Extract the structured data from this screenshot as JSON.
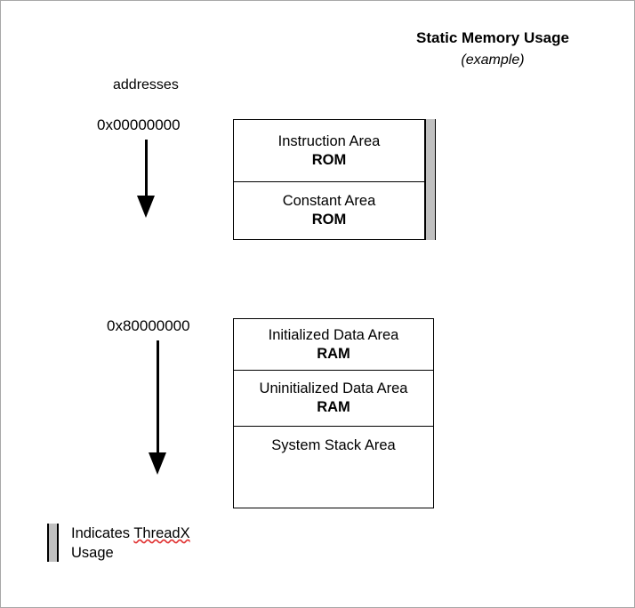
{
  "title": {
    "main": "Static Memory Usage",
    "sub": "(example)"
  },
  "address_column": {
    "label": "addresses",
    "rom_start": "0x00000000",
    "ram_start": "0x80000000"
  },
  "rom_block": {
    "name": "ROM",
    "threadx_usage": true,
    "segments": [
      {
        "label": "Instruction Area",
        "memory_type": "ROM"
      },
      {
        "label": "Constant Area",
        "memory_type": "ROM"
      }
    ]
  },
  "ram_block": {
    "name": "RAM",
    "threadx_usage": false,
    "segments": [
      {
        "label": "Initialized Data Area",
        "memory_type": "RAM"
      },
      {
        "label": "Uninitialized Data Area",
        "memory_type": "RAM"
      },
      {
        "label": "System Stack Area",
        "memory_type": ""
      }
    ]
  },
  "legend": {
    "text_line_1_prefix": "Indicates ",
    "text_line_1_term": "ThreadX",
    "text_line_2": "Usage",
    "swatch_color": "#c0c0c0"
  },
  "colors": {
    "indicator_gray": "#c0c0c0",
    "outline": "#000000",
    "page_border": "#a8a8a8",
    "spellcheck_underline": "#e03030"
  }
}
